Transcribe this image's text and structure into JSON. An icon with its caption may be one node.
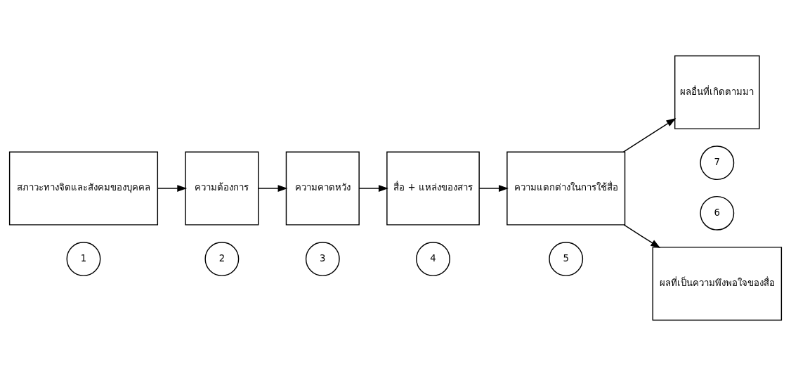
{
  "diagram": {
    "nodes": [
      {
        "text": [
          "สภาวะทางจิตและสังคมของบุคคล"
        ]
      },
      {
        "text": [
          "ความต้องการ"
        ]
      },
      {
        "text": [
          "ความคาดหวัง"
        ]
      },
      {
        "text": [
          "สื่อ + แหล่งของสาร"
        ]
      },
      {
        "text": [
          "ความแตกต่างในการใช้สื่อ"
        ]
      },
      {
        "text": [
          "ผลที่เป็นความพึงพอใจของสื่อ"
        ]
      },
      {
        "text": [
          "ผลอื่นที่เกิดตามมา"
        ]
      },
      {
        "text": [
          "1"
        ]
      },
      {
        "text": [
          "2"
        ]
      },
      {
        "text": [
          "3"
        ]
      },
      {
        "text": [
          "4"
        ]
      },
      {
        "text": [
          "5"
        ]
      },
      {
        "text": [
          "6"
        ]
      },
      {
        "text": [
          "7"
        ]
      }
    ],
    "edges": [
      {
        "from": 0,
        "to": 1,
        "arrow": "to"
      },
      {
        "from": 1,
        "to": 2,
        "arrow": "to"
      },
      {
        "from": 2,
        "to": 3,
        "arrow": "to"
      },
      {
        "from": 3,
        "to": 4,
        "arrow": "to"
      },
      {
        "from": 4,
        "to": 5,
        "arrow": "to"
      },
      {
        "from": 4,
        "to": 6,
        "arrow": "to"
      }
    ]
  }
}
